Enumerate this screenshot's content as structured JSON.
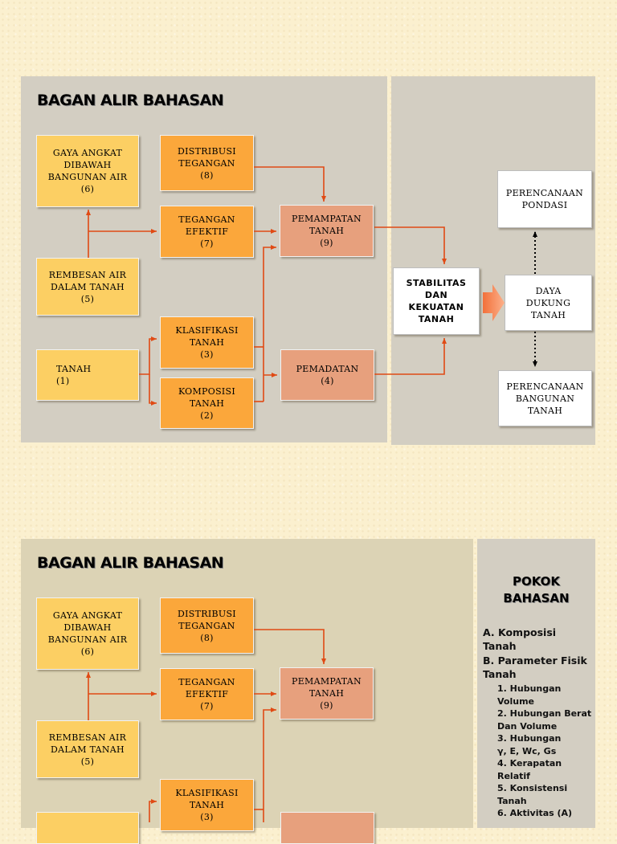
{
  "slide1": {
    "title": "BAGAN ALIR BAHASAN",
    "boxes": {
      "gaya": "GAYA ANGKAT\nDIBAWAH\nBANGUNAN AIR\n(6)",
      "distribusi": "DISTRIBUSI\nTEGANGAN\n(8)",
      "tegangan": "TEGANGAN\nEFEKTIF\n(7)",
      "pemampatan": "PEMAMPATAN\nTANAH\n(9)",
      "rembesan": "REMBESAN AIR\nDALAM TANAH\n(5)",
      "klasifikasi": "KLASIFIKASI\nTANAH\n(3)",
      "tanah": "TANAH\n(1)",
      "komposisi": "KOMPOSISI\nTANAH\n(2)",
      "pemadatan": "PEMADATAN\n(4)",
      "stabilitas": "STABILITAS\nDAN\nKEKUATAN\nTANAH",
      "perencanaan_pondasi": "PERENCANAAN\nPONDASI",
      "daya_dukung": "DAYA\nDUKUNG\nTANAH",
      "perencanaan_bangunan": "PERENCANAAN\nBANGUNAN\nTANAH"
    }
  },
  "slide2": {
    "title": "BAGAN ALIR BAHASAN",
    "boxes": {
      "gaya": "GAYA ANGKAT\nDIBAWAH\nBANGUNAN AIR\n(6)",
      "distribusi": "DISTRIBUSI\nTEGANGAN\n(8)",
      "tegangan": "TEGANGAN\nEFEKTIF\n(7)",
      "pemampatan": "PEMAMPATAN\nTANAH\n(9)",
      "rembesan": "REMBESAN AIR\nDALAM TANAH\n(5)",
      "klasifikasi": "KLASIFIKASI\nTANAH\n(3)"
    },
    "pokok": {
      "heading": "POKOK\nBAHASAN",
      "item_a": "A. Komposisi\n     Tanah",
      "item_b": "B. Parameter Fisik\n     Tanah",
      "sub1": "1. Hubungan\nVolume",
      "sub2": "2. Hubungan Berat\nDan Volume",
      "sub3": "3. Hubungan\n      γ, E, Wc, Gs",
      "sub4": "4. Kerapatan\nRelatif",
      "sub5": "5. Konsistensi\nTanah",
      "sub6": "6. Aktivitas (A)"
    }
  },
  "colors": {
    "background": "#fbf0cf",
    "panel_gray": "#d3cec2",
    "panel_tan": "#dcd3b5",
    "box_yellow": "#fccf63",
    "box_orange": "#fba73b",
    "box_salmon": "#e7a07d",
    "connector": "#e04a14"
  }
}
